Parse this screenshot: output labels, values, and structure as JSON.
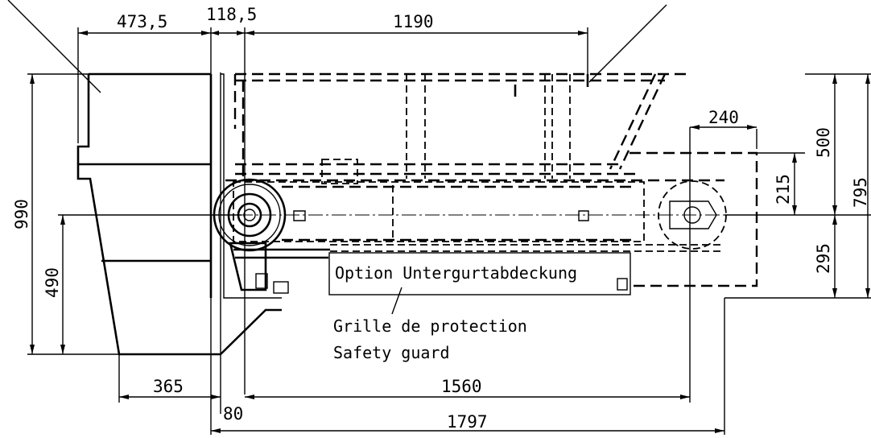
{
  "drawing": {
    "dimensions": {
      "top_left": "473,5",
      "top_mid": "118,5",
      "top_right": "1190",
      "right_240": "240",
      "right_215": "215",
      "right_500": "500",
      "right_795": "795",
      "right_295": "295",
      "left_990": "990",
      "left_490": "490",
      "bottom_365": "365",
      "bottom_1560": "1560",
      "bottom_80": "80",
      "bottom_1797": "1797"
    },
    "labels": {
      "option_cover": "Option Untergurtabdeckung",
      "grille": "Grille de protection",
      "safety_guard": "Safety guard"
    }
  }
}
